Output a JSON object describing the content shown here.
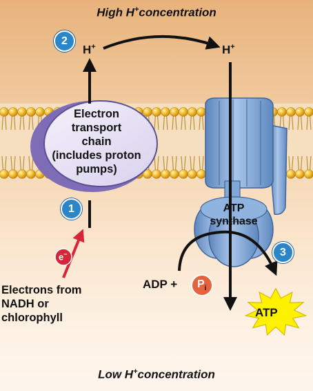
{
  "labels": {
    "top": {
      "text": "High H",
      "sup": "+",
      "rest": "concentration"
    },
    "bottom": {
      "text": "Low H",
      "sup": "+",
      "rest": "concentration"
    },
    "h_left": {
      "text": "H",
      "sup": "+"
    },
    "h_right": {
      "text": "H",
      "sup": "+"
    },
    "etc": [
      "Electron",
      "transport",
      "chain",
      "(includes proton",
      "pumps)"
    ],
    "atp_synthase": [
      "ATP",
      "synthase"
    ],
    "electrons_from": [
      "Electrons from",
      "NADH or",
      "chlorophyll"
    ],
    "adp": "ADP +",
    "pi": {
      "text": "P",
      "sub": "i"
    },
    "atp": "ATP",
    "electron": {
      "text": "e",
      "sup": "−"
    }
  },
  "steps": [
    "1",
    "2",
    "3"
  ],
  "colors": {
    "step_circle": "#2a86c8",
    "pi_circle": "#e5623f",
    "electron_circle": "#d5263a",
    "etc_fill": "#e3def2",
    "etc_shadow": "#7e6cb6",
    "synthase": "#7fa8d8",
    "atp_star": "#fff200",
    "lipid_head": "#f0b52b",
    "arrow": "#111111",
    "electron_arrow": "#d5263a"
  }
}
